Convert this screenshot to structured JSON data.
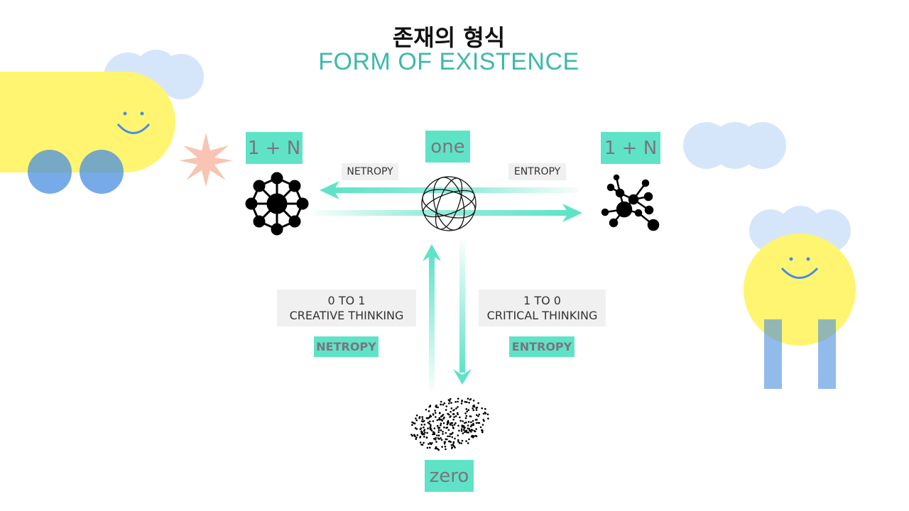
{
  "title": {
    "korean": "존재의 형식",
    "english": "FORM OF EXISTENCE"
  },
  "nodes": {
    "left": {
      "label": "1 + N",
      "icon": "hub-network-icon"
    },
    "center": {
      "label": "one",
      "icon": "globe-sphere-icon"
    },
    "right": {
      "label": "1 + N",
      "icon": "scattered-network-icon"
    },
    "bottom": {
      "label": "zero",
      "icon": "dot-cloud-icon"
    }
  },
  "arrows": {
    "left_label": "NETROPY",
    "right_label": "ENTROPY"
  },
  "vertical": {
    "left": {
      "line1": "0 TO 1",
      "line2": "CREATIVE THINKING",
      "tag": "NETROPY"
    },
    "right": {
      "line1": "1 TO 0",
      "line2": "CRITICAL THINKING",
      "tag": "ENTROPY"
    }
  },
  "colors": {
    "teal": "#5fe3c6",
    "title_teal": "#3cb9a9",
    "yellow": "#fff570",
    "cloud": "#d6e6fa",
    "blue": "#4a8de0",
    "pink": "#f9c4b4"
  }
}
